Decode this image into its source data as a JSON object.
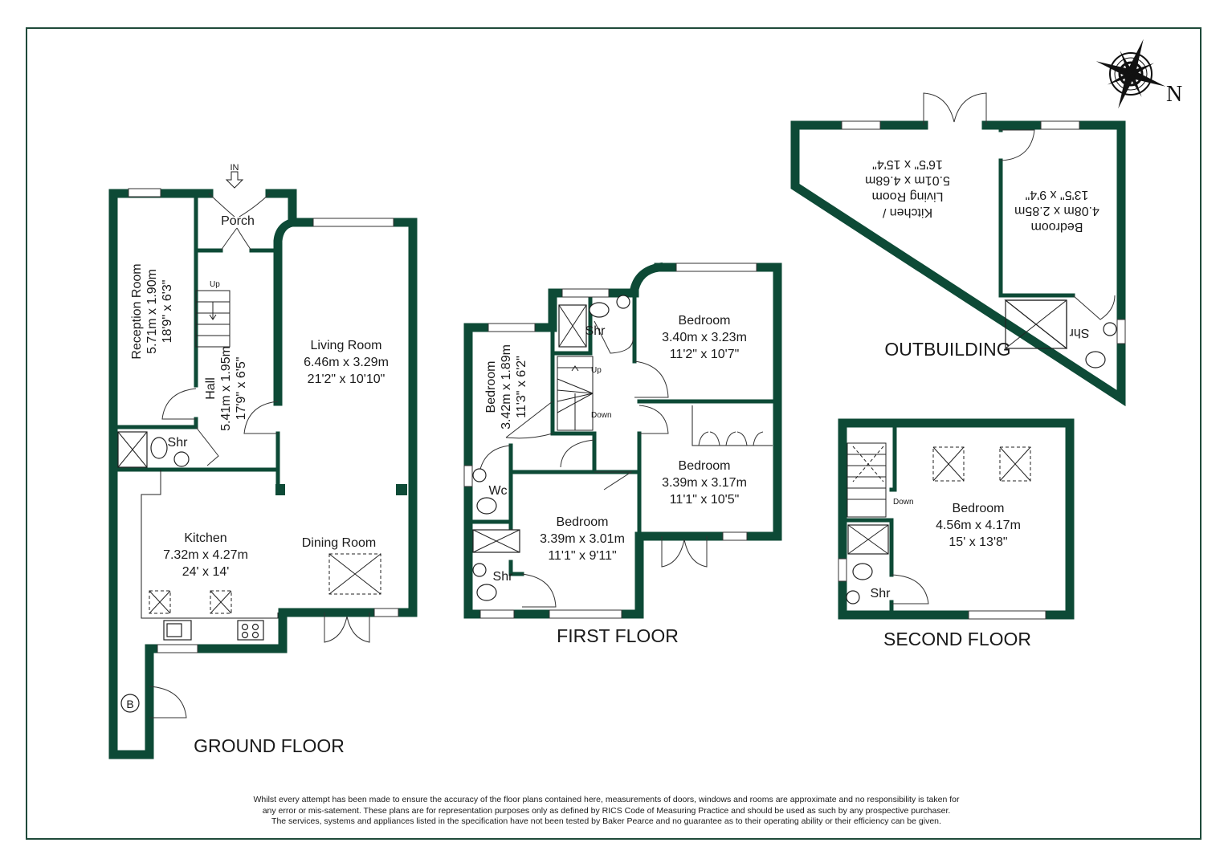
{
  "ground_floor": {
    "title": "GROUND FLOOR",
    "entrance": "IN",
    "porch": "Porch",
    "reception": [
      "Reception Room",
      "5.71m x 1.90m",
      "18'9\" x 6'3\""
    ],
    "hall": [
      "Hall",
      "5.41m x 1.95m",
      "17'9\" x 6'5\""
    ],
    "stairs_up": "Up",
    "living": [
      "Living Room",
      "6.46m x 3.29m",
      "21'2\" x 10'10\""
    ],
    "shower": "Shr",
    "kitchen": [
      "Kitchen",
      "7.32m x 4.27m",
      "24' x 14'"
    ],
    "dining": "Dining Room",
    "boiler": "B"
  },
  "first_floor": {
    "title": "FIRST FLOOR",
    "bedroom_small": [
      "Bedroom",
      "3.42m x 1.89m",
      "11'3\" x 6'2\""
    ],
    "bedroom_ne": [
      "Bedroom",
      "3.40m x 3.23m",
      "11'2\" x 10'7\""
    ],
    "bedroom_e": [
      "Bedroom",
      "3.39m x 3.17m",
      "11'1\" x 10'5\""
    ],
    "bedroom_s": [
      "Bedroom",
      "3.39m x 3.01m",
      "11'1\" x 9'11\""
    ],
    "wc": "Wc",
    "shower_top": "Shr",
    "shower_bottom": "Shr",
    "stairs_up": "Up",
    "stairs_down": "Down"
  },
  "second_floor": {
    "title": "SECOND FLOOR",
    "bedroom": [
      "Bedroom",
      "4.56m x 4.17m",
      "15' x 13'8\""
    ],
    "shower": "Shr",
    "stairs_down": "Down"
  },
  "outbuilding": {
    "title": "OUTBUILDING",
    "kitchen_living": [
      "Kitchen /",
      "Living Room",
      "5.01m x 4.68m",
      "16'5\" x 15'4\""
    ],
    "bedroom": [
      "Bedroom",
      "4.08m x 2.85m",
      "13'5\" x 9'4\""
    ],
    "shower": "Shr"
  },
  "compass": {
    "label": "N"
  },
  "disclaimer": [
    "Whilst every attempt has been made to ensure the accuracy of the floor plans contained here, measurements of doors, windows and rooms are approximate and no responsibility is taken for",
    "any error or mis-satement. These plans are for representation purposes only as defined by RICS Code of Measuring Practice and should be used as such by any prospective purchaser.",
    "The services, systems and appliances listed in the specification have not been tested by Baker Pearce and no guarantee as to their operating ability or their efficiency can be given."
  ],
  "colors": {
    "wall": "#0d4a36",
    "frame": "#1f4a3a"
  }
}
